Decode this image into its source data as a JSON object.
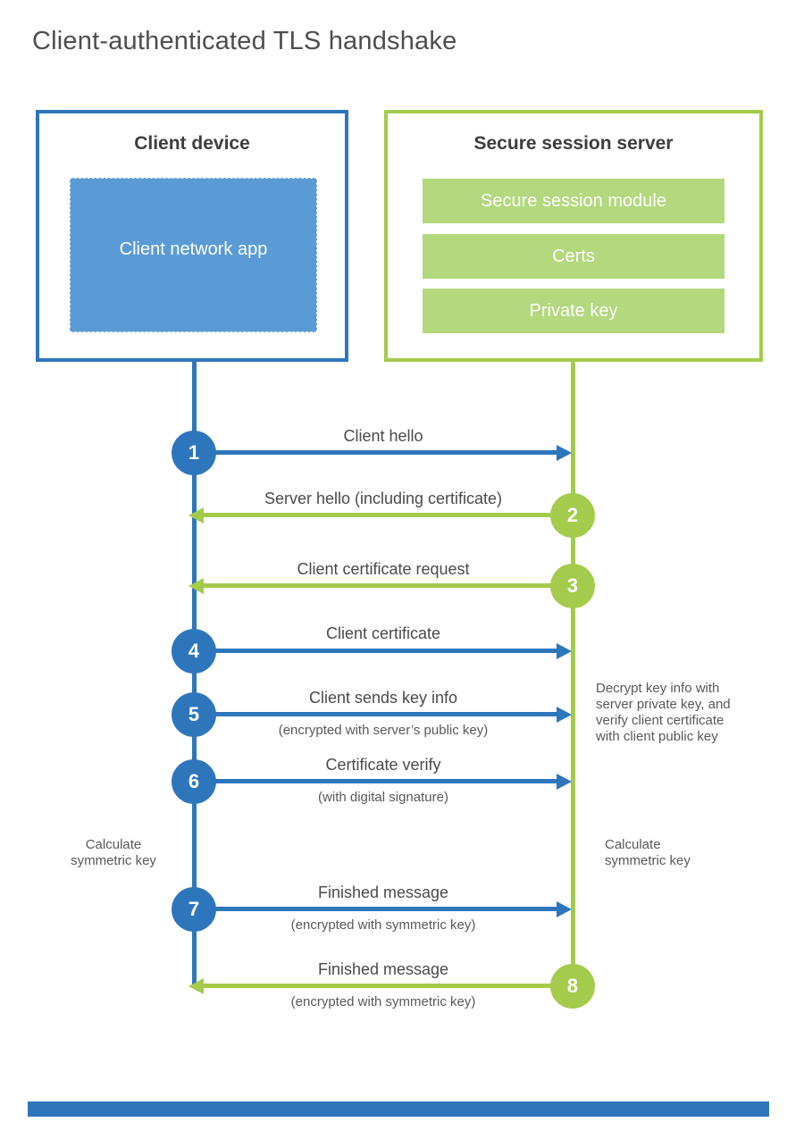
{
  "header": {
    "title": "Client-authenticated TLS handshake"
  },
  "colors": {
    "blue": "#2E76BC",
    "blue_fill": "#5B9BD5",
    "green": "#A4CB4B",
    "green_fill": "#B3D87D"
  },
  "client": {
    "title": "Client device",
    "app_label": "Client network app"
  },
  "server": {
    "title": "Secure session server",
    "modules": [
      {
        "label": "Secure session module"
      },
      {
        "label": "Certs"
      },
      {
        "label": "Private key"
      }
    ]
  },
  "steps": [
    {
      "number": "1",
      "label": "Client hello",
      "sublabel": "",
      "direction": "right",
      "color": "blue"
    },
    {
      "number": "2",
      "label": "Server hello (including certificate)",
      "sublabel": "",
      "direction": "left",
      "color": "green"
    },
    {
      "number": "3",
      "label": "Client certificate request",
      "sublabel": "",
      "direction": "left",
      "color": "green"
    },
    {
      "number": "4",
      "label": "Client certificate",
      "sublabel": "",
      "direction": "right",
      "color": "blue"
    },
    {
      "number": "5",
      "label": "Client sends key info",
      "sublabel": "(encrypted with server’s public key)",
      "direction": "right",
      "color": "blue"
    },
    {
      "number": "6",
      "label": "Certificate verify",
      "sublabel": "(with digital signature)",
      "direction": "right",
      "color": "blue"
    },
    {
      "number": "7",
      "label": "Finished message",
      "sublabel": "(encrypted with symmetric key)",
      "direction": "right",
      "color": "blue"
    },
    {
      "number": "8",
      "label": "Finished message",
      "sublabel": "(encrypted with symmetric key)",
      "direction": "left",
      "color": "green"
    }
  ],
  "notes": {
    "decrypt": "Decrypt key info with\nserver private key, and\nverify client certificate\nwith client public key",
    "calc_left": "Calculate\nsymmetric key",
    "calc_right": "Calculate\nsymmetric key"
  }
}
